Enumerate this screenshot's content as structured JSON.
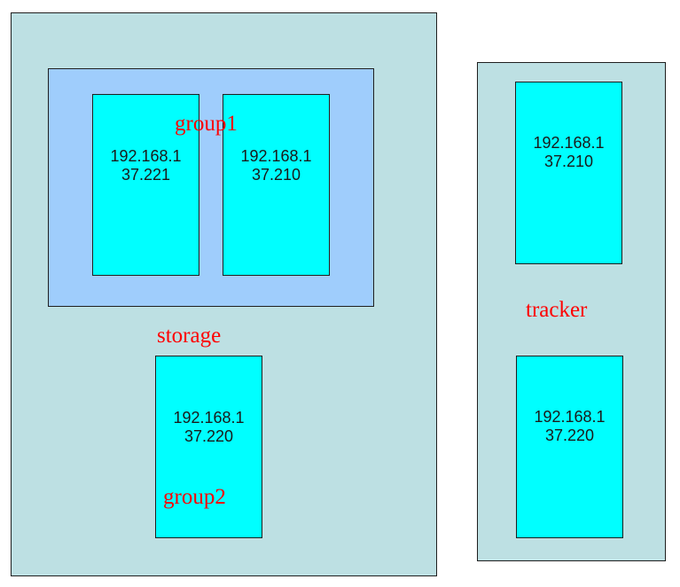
{
  "storage": {
    "label": "storage",
    "group1": {
      "label": "group1",
      "nodes": [
        {
          "line1": "192.168.1",
          "line2": "37.221"
        },
        {
          "line1": "192.168.1",
          "line2": "37.210"
        }
      ]
    },
    "group2": {
      "label": "group2",
      "node": {
        "line1": "192.168.1",
        "line2": "37.220"
      }
    }
  },
  "tracker": {
    "label": "tracker",
    "nodes": [
      {
        "line1": "192.168.1",
        "line2": "37.210"
      },
      {
        "line1": "192.168.1",
        "line2": "37.220"
      }
    ]
  },
  "colors": {
    "panel_fill": "#bde0e3",
    "group_fill": "#9fcdfc",
    "node_fill": "#00ffff",
    "label_color": "#ff0000",
    "border": "#1f1f1f"
  }
}
